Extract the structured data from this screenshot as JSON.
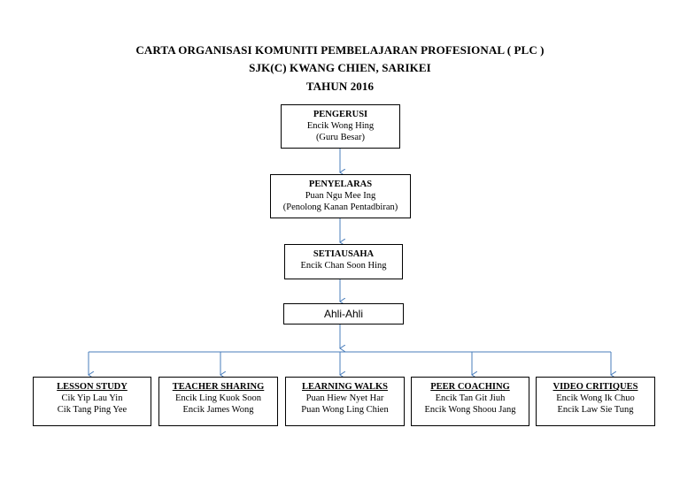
{
  "title": {
    "line1": "CARTA ORGANISASI  KOMUNITI PEMBELAJARAN PROFESIONAL ( PLC )",
    "line2": "SJK(C) KWANG CHIEN, SARIKEI",
    "line3": "TAHUN 2016"
  },
  "pengerusi": {
    "heading": "PENGERUSI",
    "name": "Encik Wong Hing",
    "role": "(Guru Besar)"
  },
  "penyelaras": {
    "heading": "PENYELARAS",
    "name": "Puan Ngu Mee Ing",
    "role": "(Penolong Kanan Pentadbiran)"
  },
  "setiausaha": {
    "heading": "SETIAUSAHA",
    "name": "Encik Chan Soon Hing"
  },
  "ahli": {
    "label": "Ahli-Ahli"
  },
  "groups": [
    {
      "heading": "LESSON STUDY",
      "members": [
        "Cik Yip Lau Yin",
        "Cik Tang Ping Yee"
      ]
    },
    {
      "heading": "TEACHER SHARING",
      "members": [
        "Encik Ling Kuok Soon",
        "Encik James Wong"
      ]
    },
    {
      "heading": "LEARNING WALKS",
      "members": [
        "Puan Hiew Nyet Har",
        "Puan Wong Ling Chien"
      ]
    },
    {
      "heading": "PEER COACHING",
      "members": [
        "Encik Tan Git Jiuh",
        "Encik Wong Shoou Jang"
      ]
    },
    {
      "heading": "VIDEO CRITIQUES",
      "members": [
        "Encik Wong Ik Chuo",
        "Encik Law Sie Tung"
      ]
    }
  ],
  "colors": {
    "connector": "#4a7ebb",
    "border": "#000000"
  }
}
